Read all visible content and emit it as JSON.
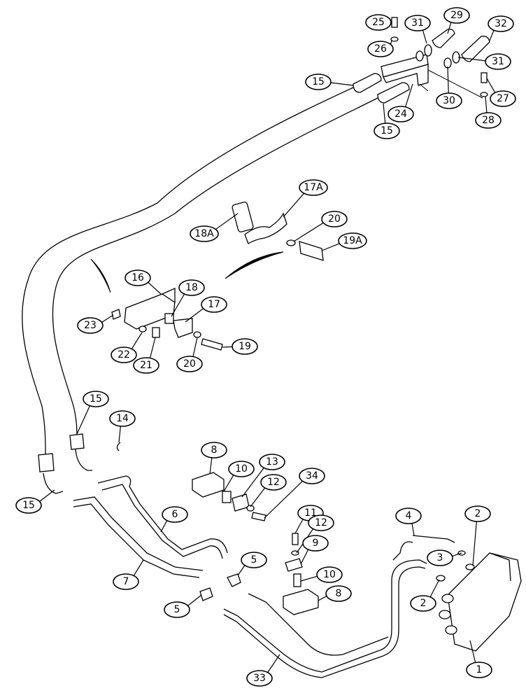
{
  "callouts": [
    "25",
    "26",
    "31",
    "29",
    "32",
    "31",
    "15",
    "24",
    "30",
    "27",
    "28",
    "15",
    "17A",
    "20",
    "18A",
    "19A",
    "16",
    "18",
    "17",
    "23",
    "22",
    "21",
    "20",
    "19",
    "15",
    "14",
    "8",
    "10",
    "13",
    "12",
    "34",
    "15",
    "6",
    "11",
    "12",
    "9",
    "4",
    "2",
    "3",
    "7",
    "5",
    "10",
    "8",
    "2",
    "5",
    "33",
    "1"
  ]
}
